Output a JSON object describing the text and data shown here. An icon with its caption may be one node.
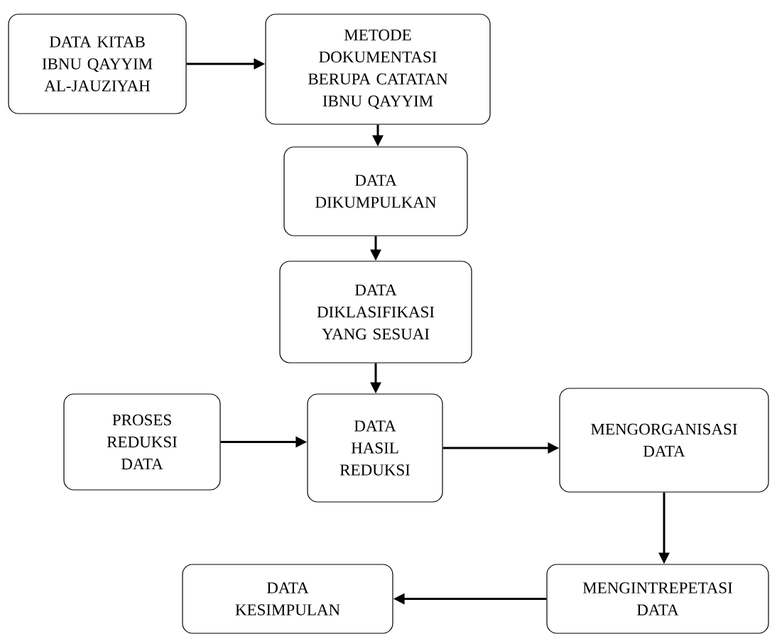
{
  "diagram": {
    "nodes": [
      {
        "text": [
          "DATA KITAB IBNU QAYYIM AL-JAUZIYAH"
        ]
      },
      {
        "text": [
          "METODE DOKUMENTASI BERUPA CATATAN IBNU QAYYIM"
        ]
      },
      {
        "text": [
          "DATA DIKUMPULKAN"
        ]
      },
      {
        "text": [
          "DATA DIKLASIFIKASI YANG SESUAI"
        ]
      },
      {
        "text": [
          "PROSES REDUKSI DATA"
        ]
      },
      {
        "text": [
          "DATA HASIL REDUKSI"
        ]
      },
      {
        "text": [
          "MENGORGANISASI DATA"
        ]
      },
      {
        "text": [
          "MENGINTREPETASI DATA"
        ]
      },
      {
        "text": [
          "DATA KESIMPULAN"
        ]
      }
    ],
    "edges": [
      {
        "from": 0,
        "to": 1,
        "arrow": "to"
      },
      {
        "from": 1,
        "to": 2,
        "arrow": "to"
      },
      {
        "from": 2,
        "to": 3,
        "arrow": "to"
      },
      {
        "from": 3,
        "to": 5,
        "arrow": "to"
      },
      {
        "from": 4,
        "to": 5,
        "arrow": "to"
      },
      {
        "from": 5,
        "to": 6,
        "arrow": "to"
      },
      {
        "from": 6,
        "to": 7,
        "arrow": "to"
      },
      {
        "from": 7,
        "to": 8,
        "arrow": "to"
      }
    ]
  }
}
